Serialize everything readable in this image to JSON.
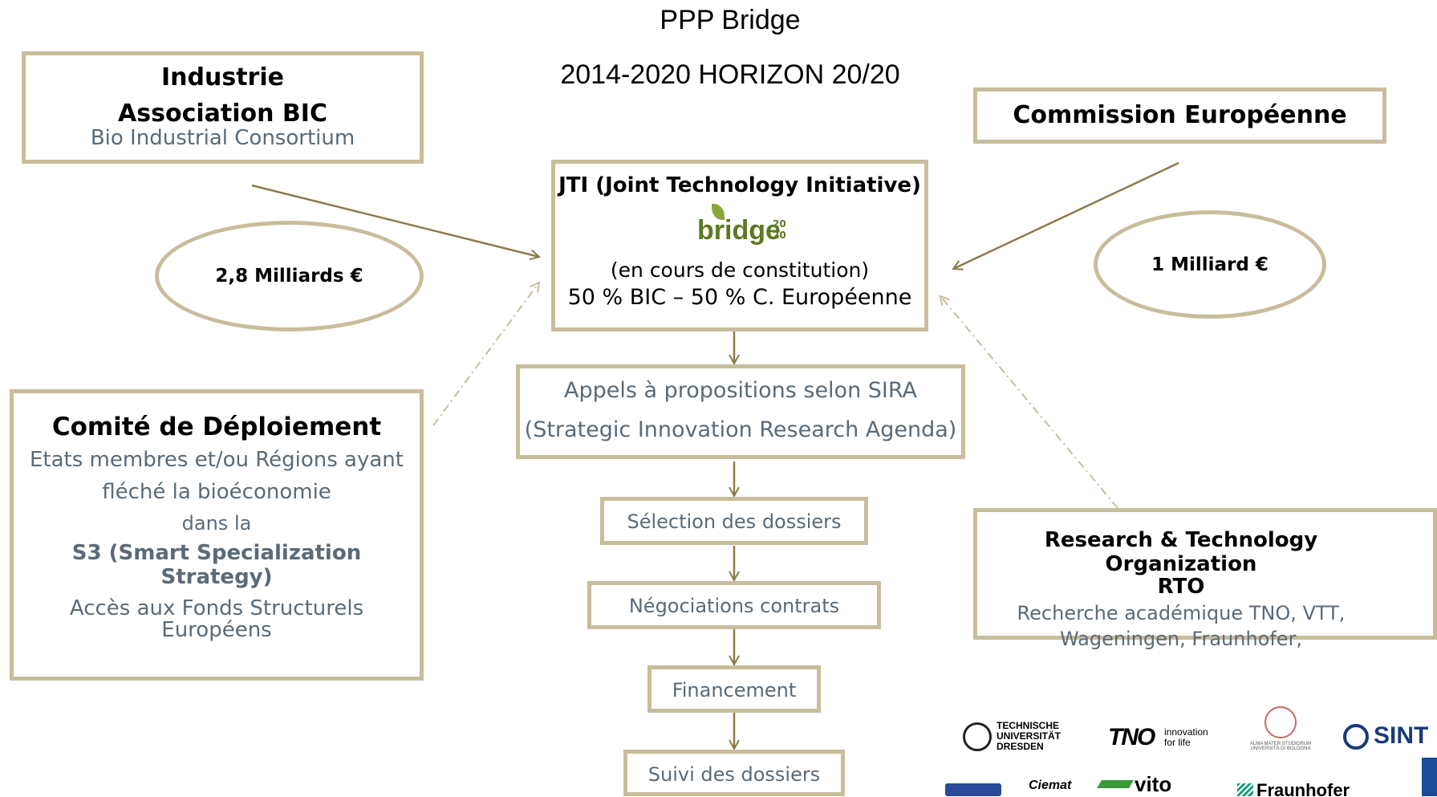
{
  "header": {
    "title": "PPP  Bridge",
    "subtitle": "2014-2020 HORIZON 20/20"
  },
  "industry": {
    "title": "Industrie",
    "association": "Association BIC",
    "consortium": "Bio Industrial Consortium"
  },
  "commission": {
    "title": "Commission Européenne"
  },
  "jti": {
    "title": "JTI (Joint Technology Initiative)",
    "logo_text": "bridge",
    "logo_superscript": "20",
    "logo_subscript": "20",
    "status": "(en cours de constitution)",
    "split": "50 % BIC – 50 % C. Européenne"
  },
  "funding": {
    "industry": "2,8  Milliards €",
    "commission": "1  Milliard €"
  },
  "committee": {
    "title": "Comité de Déploiement",
    "line1": "Etats membres et/ou Régions ayant",
    "line2": "fléché la bioéconomie",
    "line3": "dans la",
    "s3": "S3 (Smart  Specialization Strategy)",
    "line4": "Accès aux Fonds Structurels",
    "line5": "Européens"
  },
  "rto": {
    "title": "Research & Technology Organization",
    "subtitle": "RTO",
    "line1": "Recherche académique TNO, VTT,",
    "line2": "Wageningen, Fraunhofer,"
  },
  "process": {
    "calls": "Appels à propositions selon SIRA",
    "calls_sub": "(Strategic Innovation Research Agenda)",
    "selection": "Sélection des dossiers",
    "negotiation": "Négociations contrats",
    "financing": "Financement",
    "follow_up": "Suivi des dossiers"
  },
  "logos": {
    "tu_dresden": "TECHNISCHE UNIVERSITÄT DRESDEN",
    "tno": "TNO",
    "tno_tag": "innovation for life",
    "bologna": "ALMA MATER STUDIORUM UNIVERSITÀ DI BOLOGNA",
    "sintef": "SINT",
    "ciemat": "Ciemat",
    "vito": "vito",
    "fraunhofer": "Fraunhofer"
  },
  "colors": {
    "border": "#c8bd9b",
    "arrow": "#8a7d4a",
    "grey_text": "#5a6a78",
    "logo_green": "#5a7a1e"
  }
}
